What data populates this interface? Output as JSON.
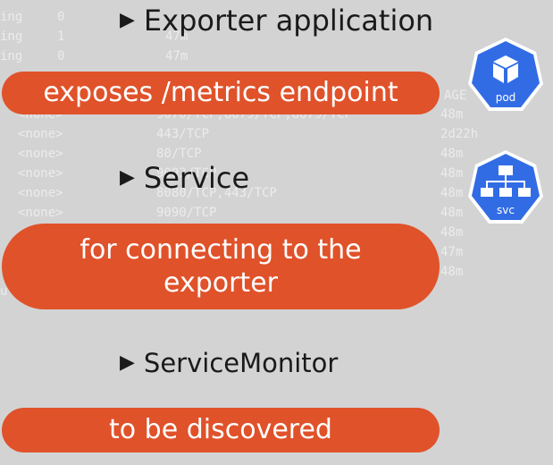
{
  "terminal": {
    "status_rows": [
      {
        "status": "ing",
        "count": "0",
        "age": "47m"
      },
      {
        "status": "ing",
        "count": "1",
        "age": "47m"
      },
      {
        "status": "ing",
        "count": "0",
        "age": "47m"
      }
    ],
    "header_fragment": "AGE",
    "service_rows": [
      {
        "ip": "<none>",
        "ports": "9070/TCP,8079/TCP,8079/TCP",
        "age": "48m"
      },
      {
        "ip": "<none>",
        "ports": "443/TCP",
        "age": "2d22h"
      },
      {
        "ip": "<none>",
        "ports": "80/TCP",
        "age": "48m"
      },
      {
        "ip": "<none>",
        "ports": "9093/TCP",
        "age": "48m"
      },
      {
        "ip": "<none>",
        "ports": "8080/TCP,443/TCP",
        "age": "48m"
      },
      {
        "ip": "<none>",
        "ports": "9090/TCP",
        "age": "48m"
      }
    ],
    "extra_ages": [
      "48m",
      "47m",
      "48m"
    ],
    "fragment_u": "u"
  },
  "sections": [
    {
      "heading": "Exporter application",
      "pill": "exposes /metrics endpoint"
    },
    {
      "heading": "Service",
      "pill_line1": "for connecting to the",
      "pill_line2": "exporter"
    },
    {
      "heading": "ServiceMonitor",
      "pill": "to be discovered"
    }
  ],
  "bullet_glyph": "▶",
  "icons": [
    {
      "name": "pod-icon",
      "label": "pod",
      "color": "#326ce5"
    },
    {
      "name": "svc-icon",
      "label": "svc",
      "color": "#326ce5"
    }
  ],
  "colors": {
    "pill": "#e0522a",
    "background": "#d3d3d3",
    "text": "#1a1a1a"
  }
}
